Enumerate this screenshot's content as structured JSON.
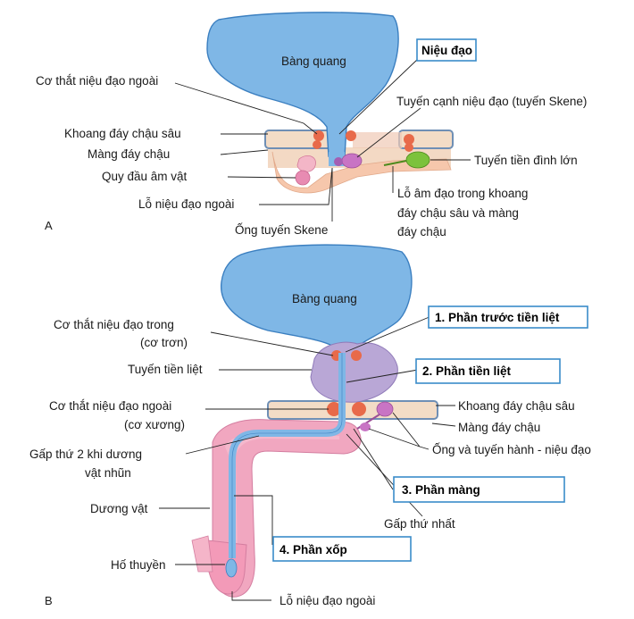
{
  "colors": {
    "bladder": "#7fb7e6",
    "bladder_stroke": "#3b7fc0",
    "prostate": "#b9a7d6",
    "prostate_stroke": "#8f7ab8",
    "muscle": "#f0a37a",
    "sphincter": "#e86a4a",
    "penis": "#f1a7c0",
    "penis_stroke": "#d47ea0",
    "gland": "#c874c4",
    "green_gland": "#7cc23c",
    "perineal": "#f3d9c4",
    "box_border": "#3a8cc9"
  },
  "panel_a": {
    "panel_letter": "A",
    "bladder_label": "Bàng quang",
    "urethra_box": "Niệu đạo",
    "labels": {
      "external_sphincter": "Cơ thắt niệu đạo ngoài",
      "deep_perineal": "Khoang đáy chậu sâu",
      "perineal_membrane": "Màng đáy chậu",
      "glans_clitoris": "Quy đầu âm vật",
      "external_orifice": "Lỗ niệu đạo ngoài",
      "skene_duct": "Ống tuyến Skene",
      "paraurethral_gland": "Tuyến cạnh niệu đạo (tuyến Skene)",
      "greater_vestibular": "Tuyến tiền đình lớn",
      "vaginal_orifice_1": "Lỗ âm đạo trong khoang",
      "vaginal_orifice_2": "đáy chậu sâu và màng",
      "vaginal_orifice_3": "đáy chậu"
    }
  },
  "panel_b": {
    "panel_letter": "B",
    "bladder_label": "Bàng quang",
    "boxes": {
      "preprostatic": "1. Phần trước tiền liệt",
      "prostatic": "2. Phần tiền liệt",
      "membranous": "3. Phần màng",
      "spongy": "4. Phần xốp"
    },
    "labels": {
      "internal_sphincter_1": "Cơ thắt niệu đạo trong",
      "internal_sphincter_2": "(cơ trơn)",
      "prostate": "Tuyến tiền liệt",
      "external_sphincter_1": "Cơ thắt niệu đạo ngoài",
      "external_sphincter_2": "(cơ xương)",
      "second_bend_1": "Gấp thứ 2 khi dương",
      "second_bend_2": "vật nhũn",
      "penis": "Dương vật",
      "navicular_fossa": "Hố thuyền",
      "external_orifice": "Lỗ niệu đạo ngoài",
      "deep_perineal": "Khoang đáy chậu sâu",
      "perineal_membrane": "Màng đáy chậu",
      "bulbourethral": "Ống và tuyến hành - niệu đạo",
      "first_bend": "Gấp thứ nhất"
    }
  }
}
